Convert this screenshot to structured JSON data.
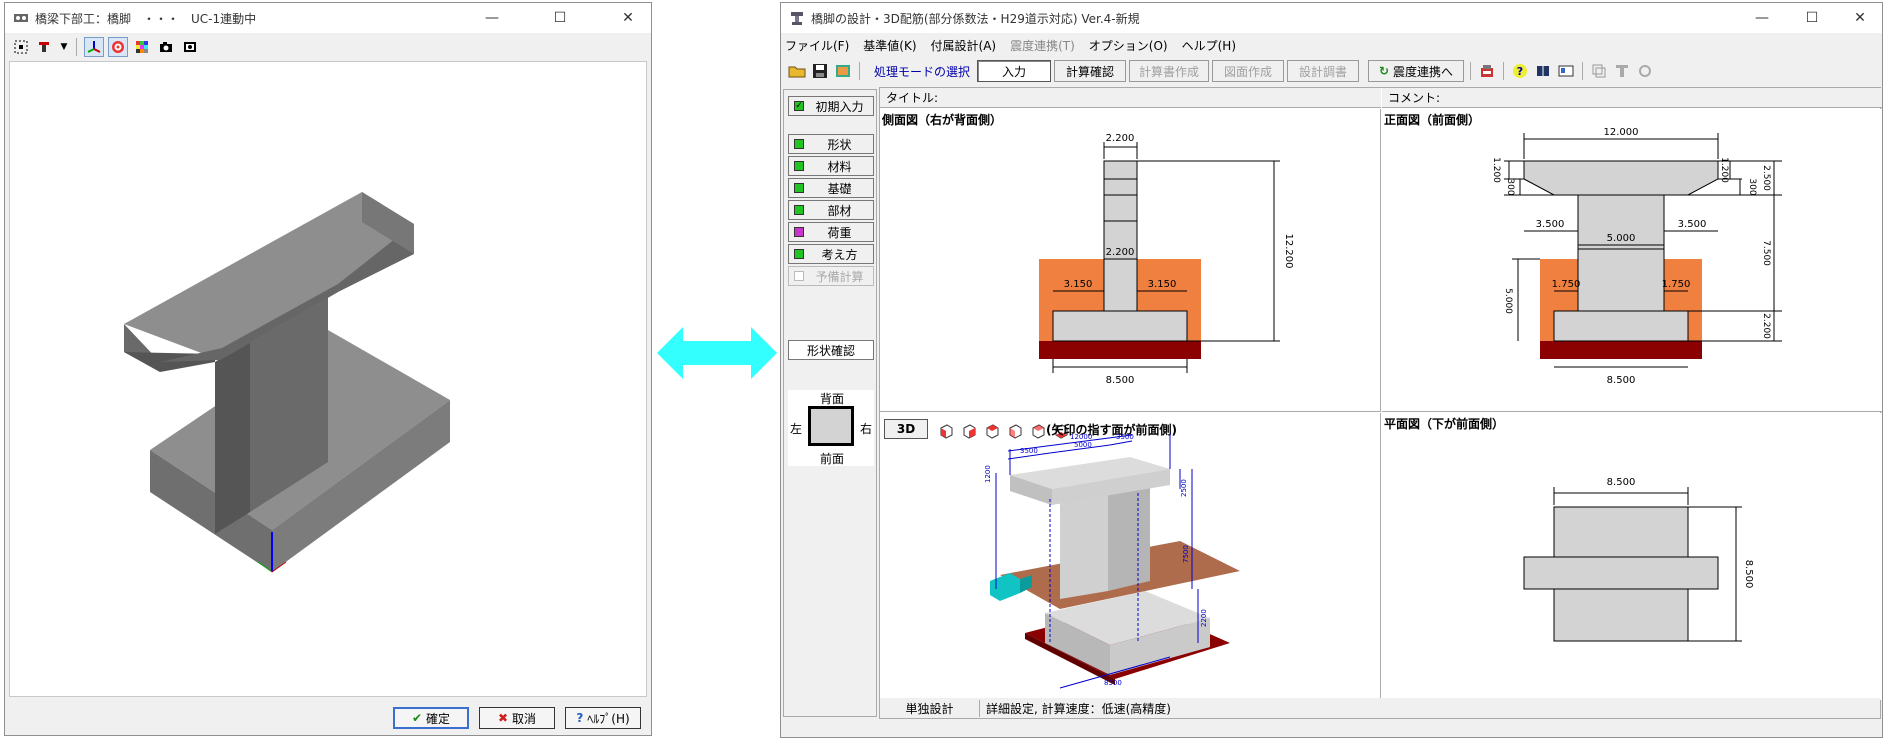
{
  "left_window": {
    "title": "橋梁下部工：橋脚　・・・　UC-1連動中",
    "buttons": {
      "ok": "確定",
      "cancel": "取消",
      "help": "ﾍﾙﾌﾟ(H)"
    }
  },
  "right_window": {
    "title": "橋脚の設計・3D配筋(部分係数法・H29道示対応) Ver.4-新規",
    "menu": [
      {
        "label": "ファイル(F)"
      },
      {
        "label": "基準値(K)"
      },
      {
        "label": "付属設計(A)"
      },
      {
        "label": "震度連携(T)"
      },
      {
        "label": "オプション(O)"
      },
      {
        "label": "ヘルプ(H)"
      }
    ],
    "toolbar": {
      "mode_label": "処理モードの選択",
      "modes": [
        "入力",
        "計算確認",
        "計算書作成",
        "図面作成",
        "設計調書"
      ],
      "link_button": "震度連携へ"
    },
    "nav": {
      "initial": "初期入力",
      "items": [
        {
          "label": "形状",
          "color": "#22c322"
        },
        {
          "label": "材料",
          "color": "#22c322"
        },
        {
          "label": "基礎",
          "color": "#22c322"
        },
        {
          "label": "部材",
          "color": "#22c322"
        },
        {
          "label": "荷重",
          "color": "#cc33cc"
        },
        {
          "label": "考え方",
          "color": "#22c322"
        }
      ],
      "disabled_item": "予備計算",
      "shape_check": "形状確認",
      "orientation": {
        "back": "背面",
        "front": "前面",
        "left": "左",
        "right": "右"
      }
    },
    "headers": {
      "title_label": "タイトル:",
      "comment_label": "コメント:"
    },
    "panes": {
      "side": {
        "title": "側面図（右が背面側）",
        "dims": {
          "top_width": "2.200",
          "column_width": "2.200",
          "footing_left": "3.150",
          "footing_right": "3.150",
          "height": "12.200",
          "footing_width": "8.500"
        }
      },
      "front": {
        "title": "正面図（前面側）",
        "dims": {
          "beam_width": "12.000",
          "beam_left": "3.500",
          "column_width": "5.000",
          "beam_right": "3.500",
          "foot_left": "1.750",
          "foot_right": "1.750",
          "footing_width": "8.500",
          "beam_h1": "1.200",
          "beam_h2": "300",
          "beam_h3": "1.200",
          "beam_h4": "300",
          "total_top": "2.500",
          "column_h": "7.500",
          "left_h": "5.000",
          "footing_h": "2.200"
        }
      },
      "view3d": {
        "button": "3D",
        "caption": "(矢印の指す面が前面側)",
        "dim_labels": [
          "12000",
          "3500",
          "5000",
          "3500",
          "1200",
          "2500",
          "7500",
          "2200",
          "8500"
        ]
      },
      "plan": {
        "title": "平面図（下が前面側）",
        "dims": {
          "width": "8.500",
          "depth": "8.500"
        }
      }
    },
    "status": {
      "mode": "単独設計",
      "detail": "詳細設定, 計算速度：低速(高精度)"
    }
  },
  "colors": {
    "arrow": "#33ffff",
    "soil": "#f08040",
    "base": "#8b0000",
    "concrete": "#d3d3d3",
    "dimension_3d": "#0000cc"
  }
}
